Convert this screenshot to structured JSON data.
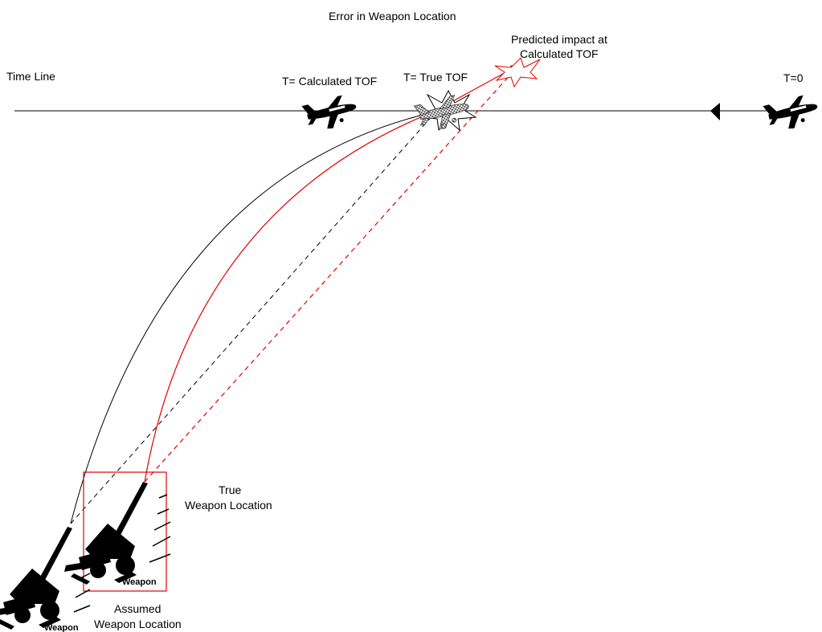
{
  "title": "Error in Weapon Location",
  "labels": {
    "timeline": "Time Line",
    "t_calc": "T= Calculated  TOF",
    "t_true": "T= True TOF",
    "t0": "T=0",
    "predicted_line1": "Predicted impact at",
    "predicted_line2": "Calculated TOF",
    "true_line1": "True",
    "true_line2": "Weapon Location",
    "assumed_line1": "Assumed",
    "assumed_line2": "Weapon Location",
    "weapon_tag": "Weapon"
  },
  "colors": {
    "ink": "#000000",
    "red": "#e00000",
    "gray": "#7a7a7a"
  },
  "icons": [
    "aircraft-icon",
    "explosion-icon",
    "artillery-gun-icon",
    "arrowhead-icon"
  ]
}
